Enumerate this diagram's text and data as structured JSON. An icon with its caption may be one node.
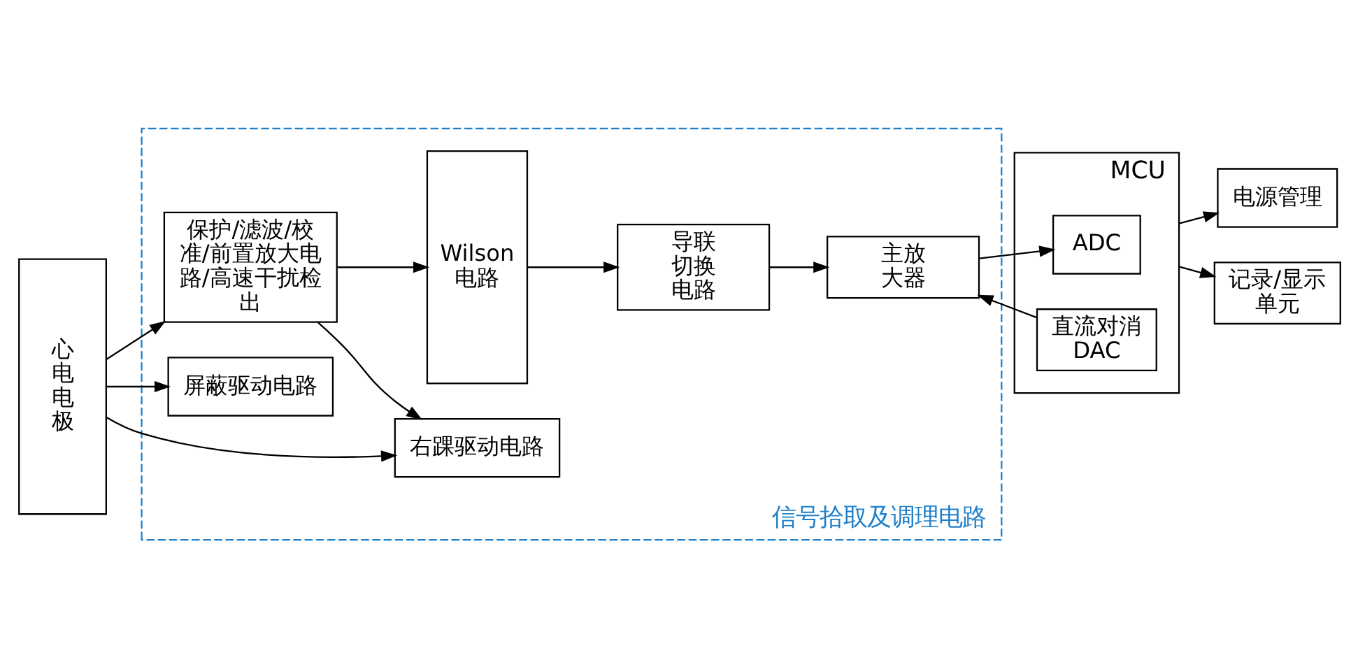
{
  "diagram": {
    "nodes": [
      {
        "text": [
          "心电电极"
        ]
      },
      {
        "text": [
          "信号拾取及调理电路"
        ]
      },
      {
        "text": [
          "保护/滤波/校准/前置放大电路/高速干扰检出"
        ],
        "in": 1
      },
      {
        "text": [
          "右踝驱动电路"
        ],
        "in": 1
      },
      {
        "text": [
          "屏蔽驱动电路"
        ],
        "in": 1
      },
      {
        "text": [
          "Wilson 电路"
        ],
        "in": 1
      },
      {
        "text": [
          "导联切换电路"
        ],
        "in": 1
      },
      {
        "text": [
          "主放大器"
        ],
        "in": 1
      },
      {
        "text": [
          "MCU"
        ]
      },
      {
        "text": [
          "ADC"
        ],
        "in": 8
      },
      {
        "text": [
          "直流对消 DAC"
        ],
        "in": 8
      },
      {
        "text": [
          "电源管理"
        ]
      },
      {
        "text": [
          "记录/显示单元"
        ]
      }
    ],
    "edges": [
      {
        "from": 0,
        "to": 2,
        "arrow": "to"
      },
      {
        "from": 0,
        "to": 3,
        "arrow": "to"
      },
      {
        "from": 0,
        "to": 4,
        "arrow": "to"
      },
      {
        "from": 2,
        "to": 3,
        "arrow": "to"
      },
      {
        "from": 2,
        "to": 5,
        "arrow": "to"
      },
      {
        "from": 5,
        "to": 6,
        "arrow": "to"
      },
      {
        "from": 6,
        "to": 7,
        "arrow": "to"
      },
      {
        "from": 7,
        "to": 9,
        "arrow": "to"
      },
      {
        "from": 10,
        "to": 7,
        "arrow": "to"
      },
      {
        "from": 8,
        "to": 11,
        "arrow": "to"
      },
      {
        "from": 8,
        "to": 12,
        "arrow": "to"
      }
    ]
  }
}
